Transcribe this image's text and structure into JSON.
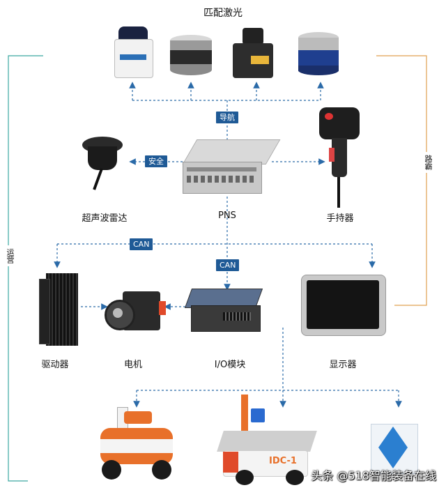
{
  "title": "匹配激光",
  "tags": {
    "navigation": "导航",
    "safety": "安全",
    "can_top": "CAN",
    "can_mid": "CAN"
  },
  "side_tags": {
    "left": "运营",
    "right": "路霸"
  },
  "components": {
    "ultrasonic": "超声波雷达",
    "pns": "PNS",
    "handheld": "手持器",
    "driver": "驱动器",
    "motor": "电机",
    "io_module": "I/O模块",
    "display": "显示器"
  },
  "robot_label": "IDC-1",
  "watermark": "头条 @518智能装备在线",
  "colors": {
    "tag_blue": "#1f5a96",
    "line_blue": "#2a6aa8",
    "left_frame": "#3aa8a0",
    "right_frame": "#e0a050",
    "robot_orange": "#e8702a"
  }
}
